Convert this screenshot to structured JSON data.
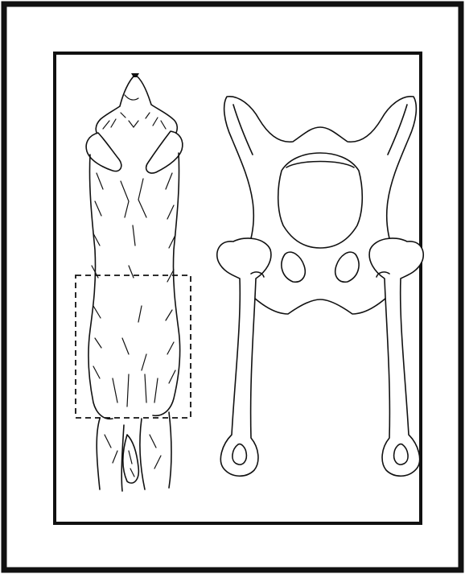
{
  "figure": {
    "subject_left": "dog-ventral-view",
    "subject_right": "canine-pelvis-and-femurs",
    "highlight": "dashed-rectangle-over-hip-region"
  },
  "colors": {
    "ink": "#111111",
    "background": "#ffffff"
  }
}
